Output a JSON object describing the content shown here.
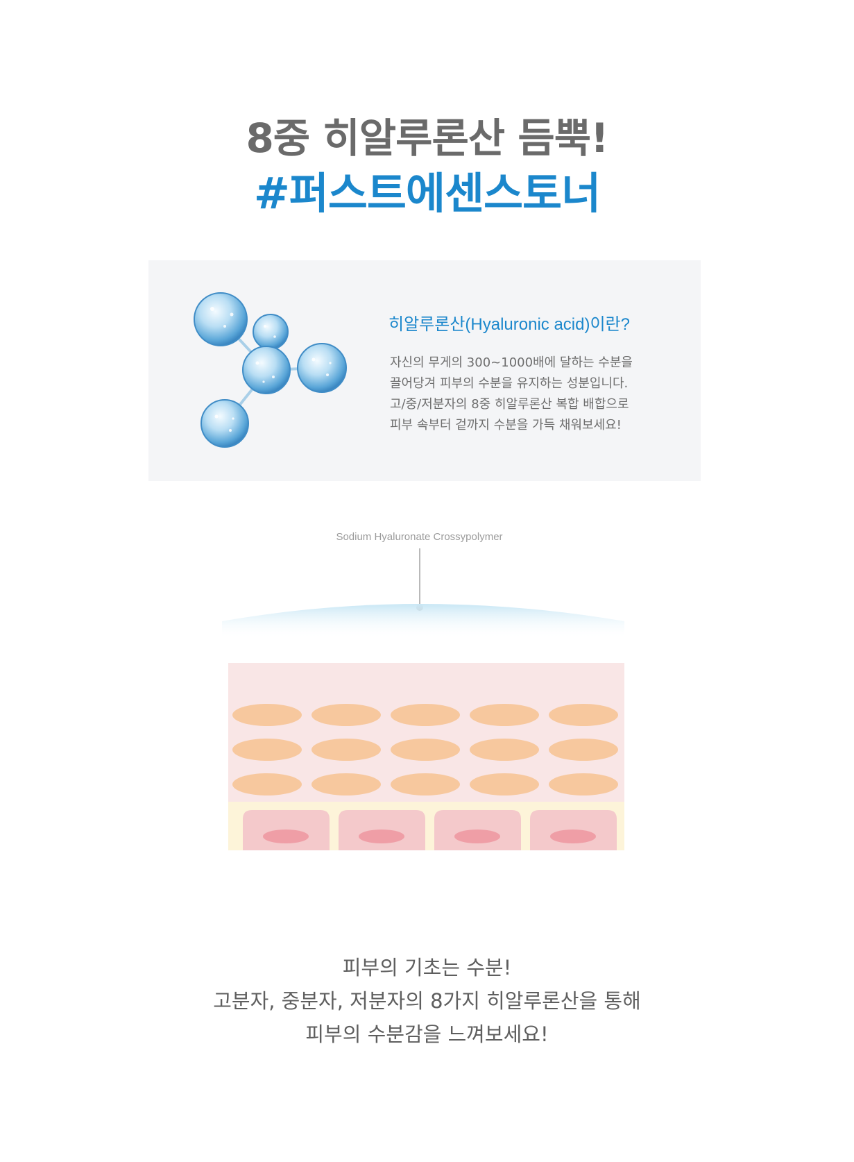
{
  "header": {
    "line1": "8중 히알루론산 듬뿍!",
    "line2": "#퍼스트에센스토너"
  },
  "info": {
    "title": "히알루론산(Hyaluronic acid)이란?",
    "body": [
      "자신의 무게의 300~1000배에 달하는 수분을",
      "끌어당겨 피부의 수분을 유지하는 성분입니다.",
      "고/중/저분자의 8중 히알루론산 복합 배합으로",
      "피부 속부터 겉까지 수분을 가득 채워보세요!"
    ]
  },
  "diagram": {
    "label": "Sodium Hyaluronate Crossypolymer",
    "colors": {
      "outer_layer": "#f9e6e6",
      "cells": "#f7c89e",
      "base_layer": "#fdf4d9",
      "base_cells": "#f4c9cb",
      "nucleus": "#ef9ea6",
      "moisture": "#cde9f6"
    }
  },
  "footer": {
    "lines": [
      "피부의 기초는 수분!",
      "고분자, 중분자, 저분자의 8가지 히알루론산을 통해",
      "피부의 수분감을 느껴보세요!"
    ]
  }
}
